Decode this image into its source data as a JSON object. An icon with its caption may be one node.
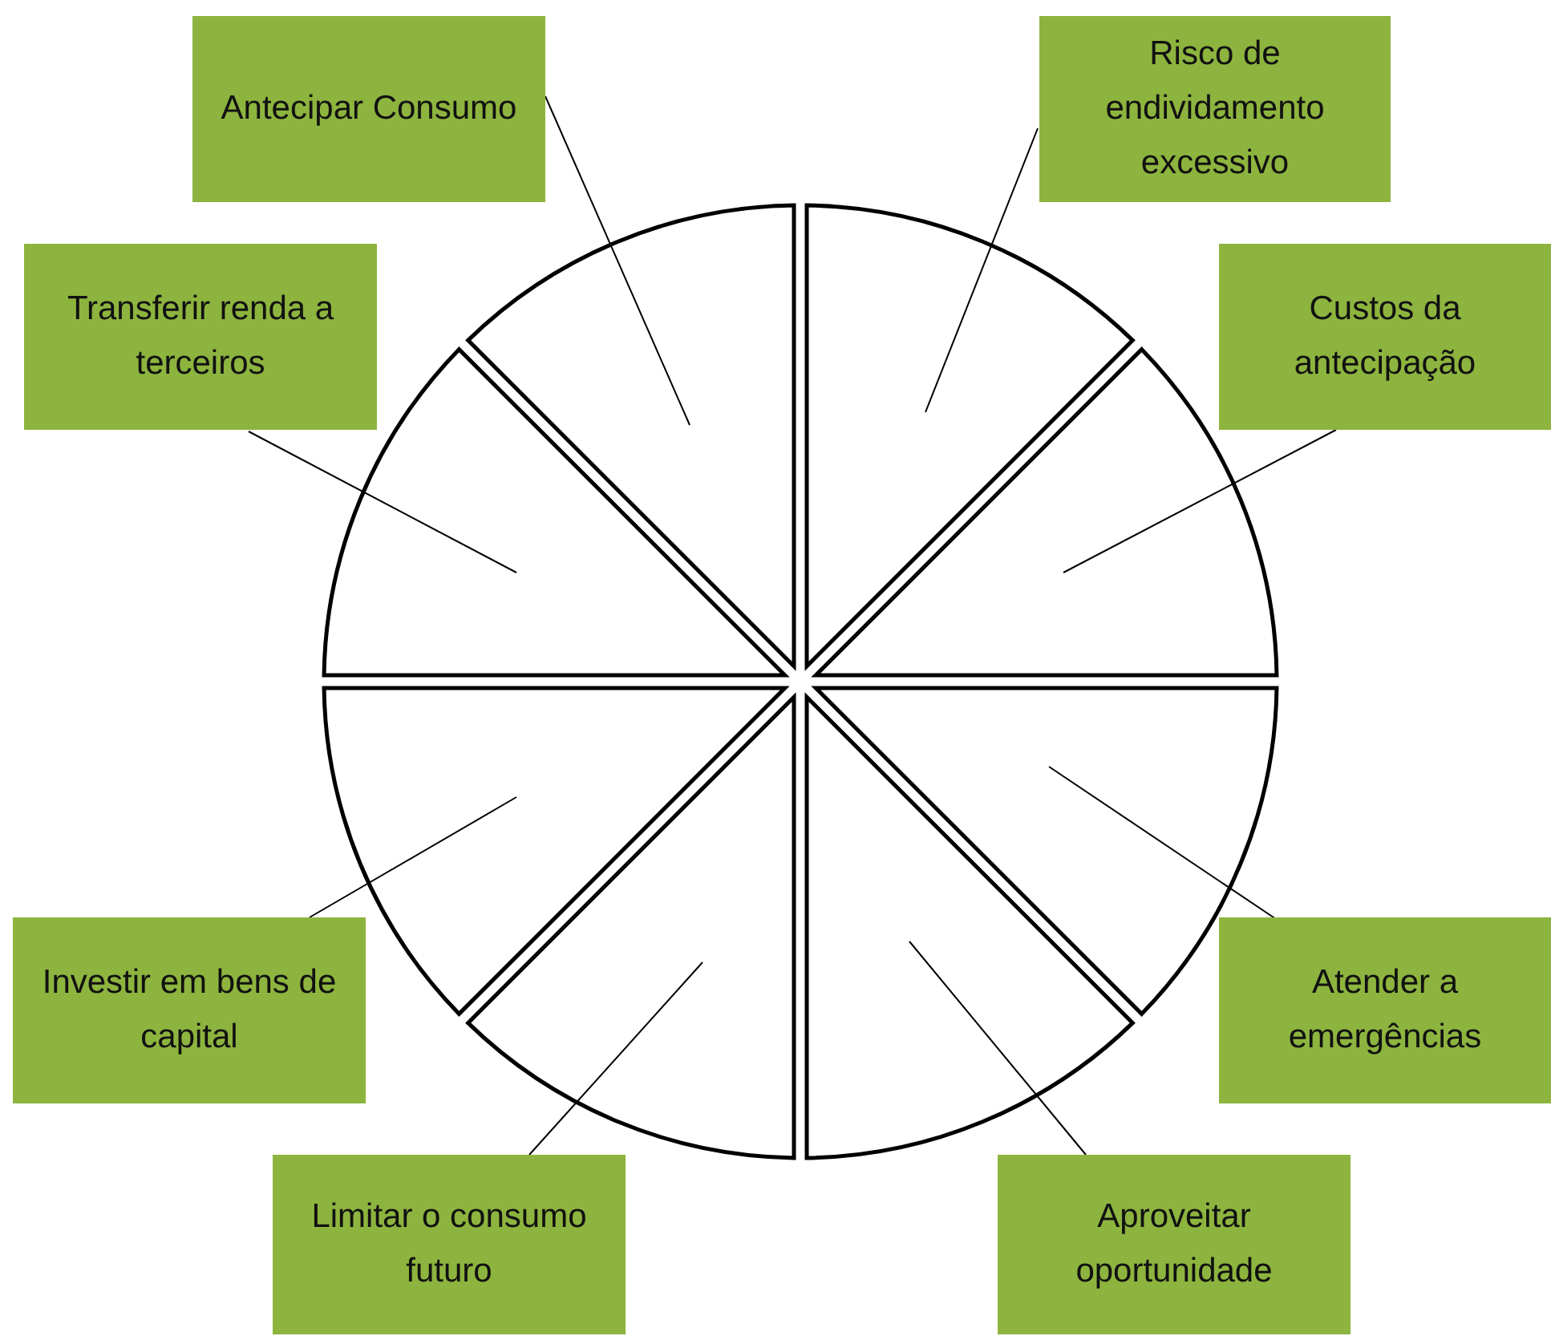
{
  "diagram": {
    "nodes": [
      {
        "text": [
          "Antecipar Consumo"
        ]
      },
      {
        "text": [
          "Risco de endividamento excessivo"
        ]
      },
      {
        "text": [
          "Transferir renda a terceiros"
        ]
      },
      {
        "text": [
          "Custos da antecipação"
        ]
      },
      {
        "text": [
          "Investir em bens de capital"
        ]
      },
      {
        "text": [
          "Atender a emergências"
        ]
      },
      {
        "text": [
          "Limitar o consumo futuro"
        ]
      },
      {
        "text": [
          "Aproveitar oportunidade"
        ]
      },
      {
        "text": [],
        "shape": "wedge"
      },
      {
        "text": [],
        "shape": "wedge"
      },
      {
        "text": [],
        "shape": "wedge"
      },
      {
        "text": [],
        "shape": "wedge"
      },
      {
        "text": [],
        "shape": "wedge"
      },
      {
        "text": [],
        "shape": "wedge"
      },
      {
        "text": [],
        "shape": "wedge"
      },
      {
        "text": [],
        "shape": "wedge"
      }
    ],
    "edges": [
      {
        "from": 0,
        "to": 8,
        "arrow": "none"
      },
      {
        "from": 1,
        "to": 9,
        "arrow": "none"
      },
      {
        "from": 2,
        "to": 10,
        "arrow": "none"
      },
      {
        "from": 3,
        "to": 11,
        "arrow": "none"
      },
      {
        "from": 4,
        "to": 12,
        "arrow": "none"
      },
      {
        "from": 5,
        "to": 13,
        "arrow": "none"
      },
      {
        "from": 6,
        "to": 14,
        "arrow": "none"
      },
      {
        "from": 7,
        "to": 15,
        "arrow": "none"
      }
    ]
  }
}
